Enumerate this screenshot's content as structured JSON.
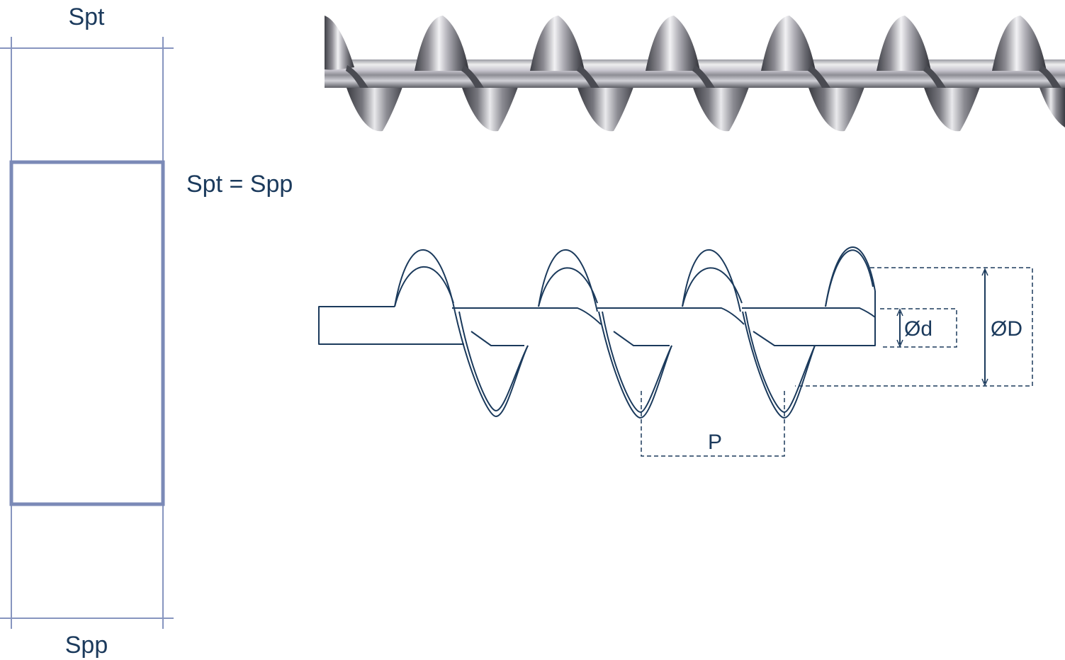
{
  "section_diagram": {
    "label_top": "Spt",
    "label_side": "Spt = Spp",
    "label_bottom": "Spp"
  },
  "screw_drawing": {
    "inner_diameter_label": "Ød",
    "outer_diameter_label": "ØD",
    "pitch_label": "P"
  },
  "colors": {
    "frame_line": "#8795bf",
    "frame_thick": "#7b8ab7",
    "drawing_line": "#1b3a5c",
    "label_text": "#1b3a5c"
  }
}
